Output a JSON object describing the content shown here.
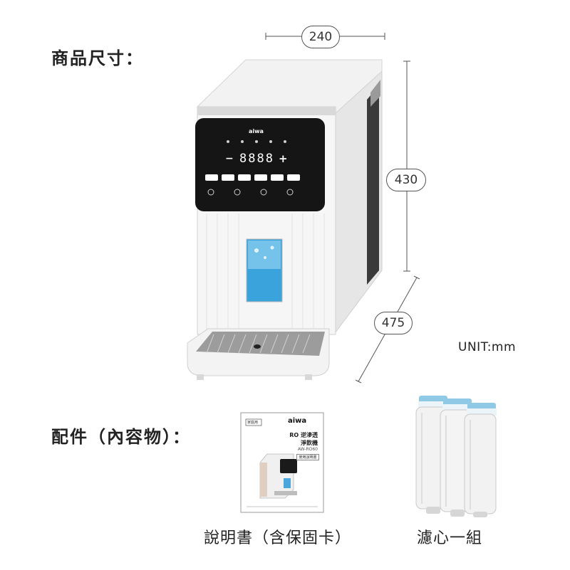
{
  "headings": {
    "dimensions": "商品尺寸：",
    "accessories": "配件（內容物）："
  },
  "dimensions": {
    "width": "240",
    "height": "430",
    "depth": "475",
    "unit": "UNIT:mm"
  },
  "accessories": {
    "manual_caption": "說明書（含保固卡）",
    "filter_caption": "濾心一組"
  },
  "manual": {
    "tag": "家庭用",
    "brand": "aiwa",
    "title_line1": "RO 逆滲透",
    "title_line2": "淨飲機",
    "model": "AW-RO60",
    "label": "使用說明書"
  },
  "device_panel": {
    "brand": "aiwa",
    "display_text": "8888",
    "minus": "−",
    "plus": "+"
  },
  "colors": {
    "body_white": "#f4f4f4",
    "panel_black": "#151515",
    "water_blue": "#4fb6e8",
    "filter_cap": "#8fc9e6",
    "line": "#555555"
  }
}
